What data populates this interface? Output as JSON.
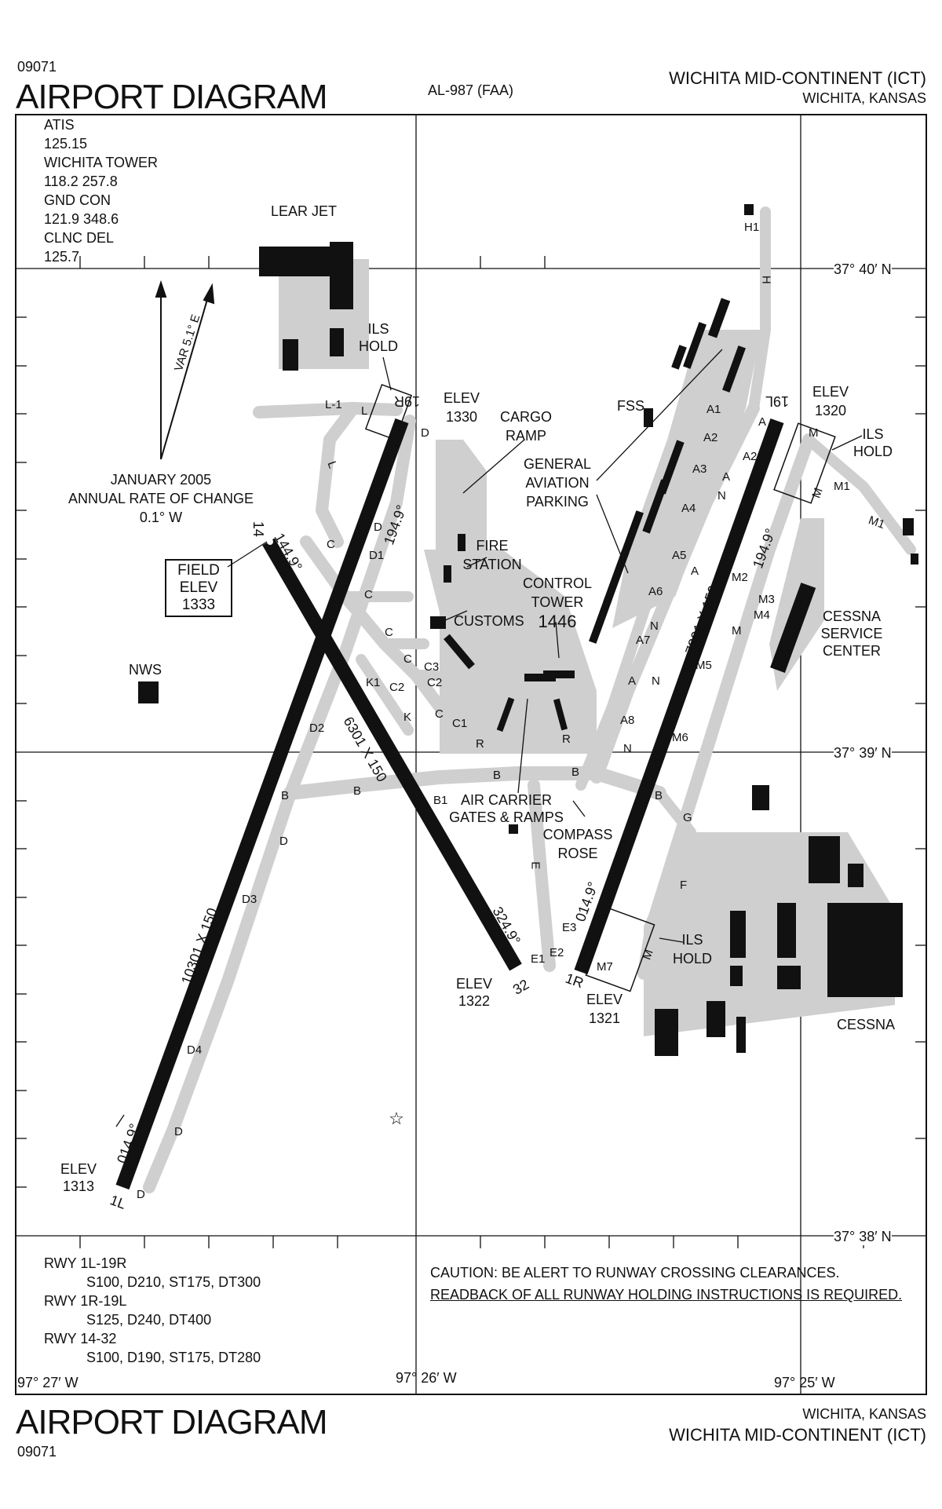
{
  "header": {
    "procedure_number": "09071",
    "title": "AIRPORT DIAGRAM",
    "chart_id": "AL-987 (FAA)",
    "airport_name": "WICHITA MID-CONTINENT (ICT)",
    "city_state": "WICHITA, KANSAS"
  },
  "frequencies": {
    "lines": [
      "ATIS",
      "125.15",
      "WICHITA TOWER",
      "118.2  257.8",
      "GND CON",
      "121.9  348.6",
      "CLNC DEL",
      "125.7"
    ]
  },
  "declination": {
    "var_label": "VAR 5.1° E",
    "rate_lines": [
      "JANUARY 2005",
      "ANNUAL RATE OF CHANGE",
      "0.1° W"
    ]
  },
  "field_elev": {
    "lines": [
      "FIELD",
      "ELEV",
      "1333"
    ]
  },
  "facility_labels": {
    "lear_jet": "LEAR JET",
    "ils_hold": [
      "ILS",
      "HOLD"
    ],
    "elev_1330": [
      "ELEV",
      "1330"
    ],
    "cargo_ramp": [
      "CARGO",
      "RAMP"
    ],
    "fss": "FSS",
    "elev_1320": [
      "ELEV",
      "1320"
    ],
    "ils_hold_right": [
      "ILS",
      "HOLD"
    ],
    "general_aviation": [
      "GENERAL",
      "AVIATION",
      "PARKING"
    ],
    "fire_station": [
      "FIRE",
      "STATION"
    ],
    "control_tower": [
      "CONTROL",
      "TOWER"
    ],
    "tower_elev": "1446",
    "customs": "CUSTOMS",
    "nws": "NWS",
    "cessna_service": [
      "CESSNA",
      "SERVICE",
      "CENTER"
    ],
    "air_carrier": [
      "AIR CARRIER",
      "GATES & RAMPS"
    ],
    "compass_rose": [
      "COMPASS",
      "ROSE"
    ],
    "elev_1322": [
      "ELEV",
      "1322"
    ],
    "elev_1321": [
      "ELEV",
      "1321"
    ],
    "ils_hold_bottom": [
      "ILS",
      "HOLD"
    ],
    "cessna": "CESSNA",
    "elev_1313": [
      "ELEV",
      "1313"
    ]
  },
  "runways": {
    "r1l19r_dims": "10301 X 150",
    "r1r19l_dims": "7301 X 150",
    "r1432_dims": "6301 X 150",
    "ends": {
      "19R": "19R",
      "1L": "1L",
      "19L": "19L",
      "1R": "1R",
      "14": "14",
      "32": "32"
    },
    "headings": {
      "h1949a": "194.9°",
      "h1449": "144.9°",
      "h1949b": "194.9°",
      "h0149a": "014.9°",
      "h3249": "324.9°",
      "h0149b": "014.9°"
    }
  },
  "taxiways": {
    "H1": "H1",
    "H": "H",
    "L1": "L-1",
    "L": "L",
    "D": "D",
    "D1": "D1",
    "D2": "D2",
    "D3": "D3",
    "D4": "D4",
    "C": "C",
    "C1": "C1",
    "C2": "C2",
    "C3": "C3",
    "K": "K",
    "K1": "K1",
    "B": "B",
    "B1": "B1",
    "R": "R",
    "E": "E",
    "E1": "E1",
    "E2": "E2",
    "E3": "E3",
    "G": "G",
    "F": "F",
    "A": "A",
    "A1": "A1",
    "A2": "A2",
    "A3": "A3",
    "A4": "A4",
    "A5": "A5",
    "A6": "A6",
    "A7": "A7",
    "A8": "A8",
    "N": "N",
    "M": "M",
    "M1": "M1",
    "M2": "M2",
    "M3": "M3",
    "M4": "M4",
    "M5": "M5",
    "M6": "M6",
    "M7": "M7"
  },
  "coordinates": {
    "lat_40": "37° 40′ N",
    "lat_39": "37° 39′ N",
    "lat_38": "37° 38′ N",
    "lon_27": "97° 27′ W",
    "lon_26": "97° 26′ W",
    "lon_25": "97° 25′ W"
  },
  "runway_data": {
    "lines": [
      "RWY 1L-19R",
      "S100, D210, ST175, DT300",
      "RWY 1R-19L",
      "S125, D240, DT400",
      "RWY 14-32",
      "S100, D190, ST175, DT280"
    ]
  },
  "caution": {
    "line1": "CAUTION:  BE ALERT TO RUNWAY CROSSING CLEARANCES.",
    "line2": "READBACK OF ALL RUNWAY HOLDING INSTRUCTIONS IS REQUIRED."
  },
  "footer": {
    "title": "AIRPORT DIAGRAM",
    "procedure_number": "09071",
    "city_state": "WICHITA, KANSAS",
    "airport_name": "WICHITA MID-CONTINENT (ICT)"
  },
  "colors": {
    "ink": "#111111",
    "taxiway": "#cfcfcf",
    "paper": "#ffffff"
  }
}
